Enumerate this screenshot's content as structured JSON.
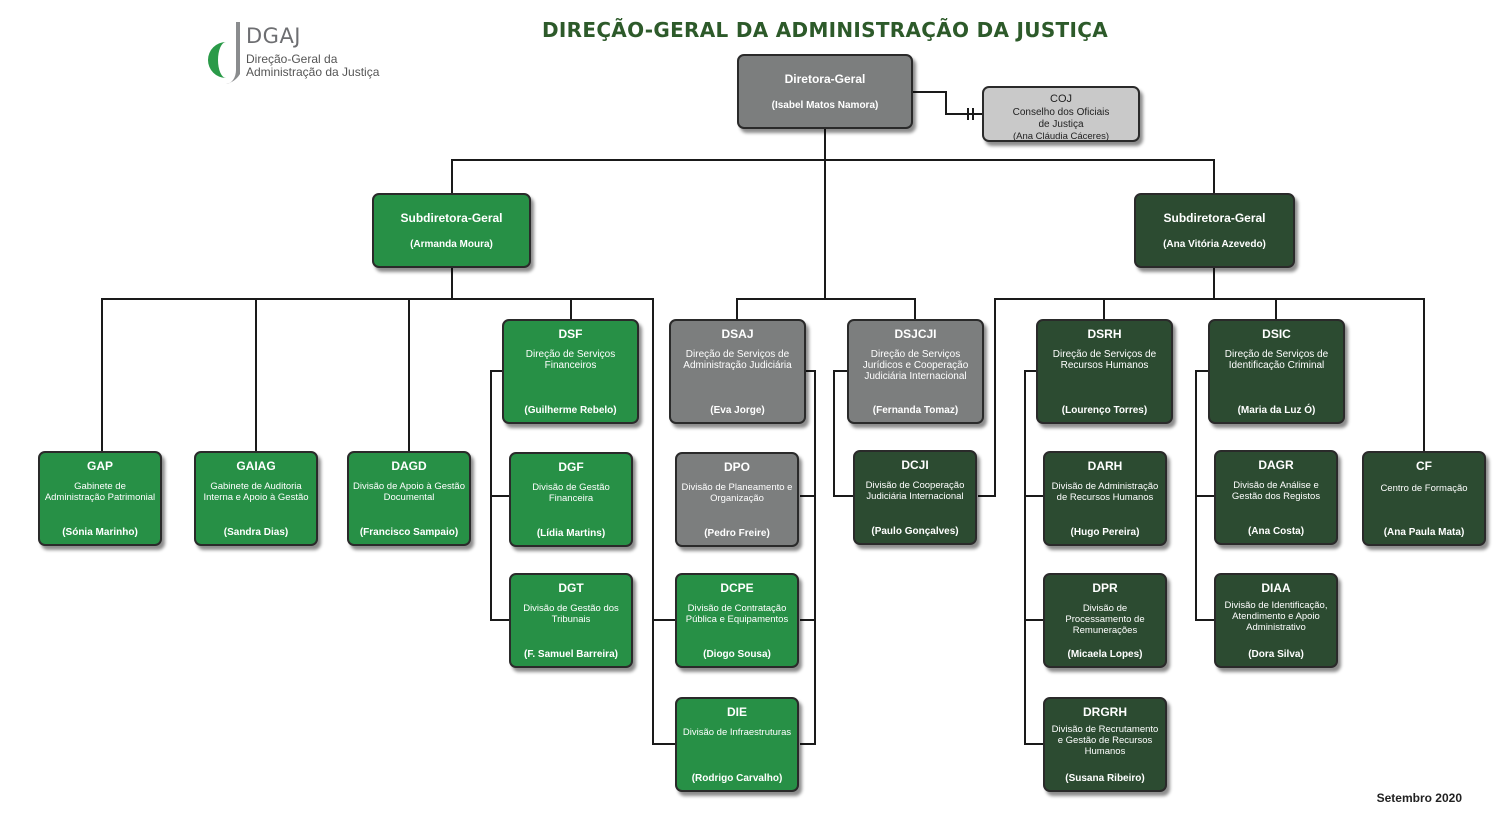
{
  "title": "DIREÇÃO-GERAL DA ADMINISTRAÇÃO DA JUSTIÇA",
  "logo": {
    "name": "DGAJ",
    "subtitle_line1": "Direção-Geral da",
    "subtitle_line2": "Administração da Justiça"
  },
  "footer": "Setembro 2020",
  "colors": {
    "green": "#279046",
    "dark_green": "#2c4b31",
    "gray": "#7c7e7e",
    "light_gray": "#c9c9c9",
    "title": "#2d5a2a"
  },
  "units": {
    "dg": {
      "abbr": "Diretora-Geral",
      "person": "(Isabel Matos Namora)"
    },
    "coj": {
      "abbr": "COJ",
      "desc_line1": "Conselho dos Oficiais",
      "desc_line2": "de Justiça",
      "person": "(Ana Cláudia Cáceres)"
    },
    "sdg1": {
      "abbr": "Subdiretora-Geral",
      "person": "(Armanda Moura)"
    },
    "sdg2": {
      "abbr": "Subdiretora-Geral",
      "person": "(Ana Vitória Azevedo)"
    },
    "gap": {
      "abbr": "GAP",
      "desc": "Gabinete de Administração Patrimonial",
      "person": "(Sónia Marinho)"
    },
    "gaiag": {
      "abbr": "GAIAG",
      "desc": "Gabinete de Auditoria Interna e Apoio à Gestão",
      "person": "(Sandra Dias)"
    },
    "dagd": {
      "abbr": "DAGD",
      "desc": "Divisão de Apoio à Gestão Documental",
      "person": "(Francisco Sampaio)"
    },
    "dsf": {
      "abbr": "DSF",
      "desc": "Direção de Serviços Financeiros",
      "person": "(Guilherme Rebelo)"
    },
    "dgf": {
      "abbr": "DGF",
      "desc": "Divisão de Gestão Financeira",
      "person": "(Lídia Martins)"
    },
    "dgt": {
      "abbr": "DGT",
      "desc": "Divisão de Gestão dos Tribunais",
      "person": "(F. Samuel Barreira)"
    },
    "dsaj": {
      "abbr": "DSAJ",
      "desc": "Direção de Serviços de Administração Judiciária",
      "person": "(Eva Jorge)"
    },
    "dpo": {
      "abbr": "DPO",
      "desc": "Divisão de Planeamento e Organização",
      "person": "(Pedro Freire)"
    },
    "dcpe": {
      "abbr": "DCPE",
      "desc": "Divisão de Contratação Pública e Equipamentos",
      "person": "(Diogo Sousa)"
    },
    "die": {
      "abbr": "DIE",
      "desc": "Divisão de Infraestruturas",
      "person": "(Rodrigo Carvalho)"
    },
    "dsjcji": {
      "abbr": "DSJCJI",
      "desc": "Direção de Serviços Jurídicos e Cooperação Judiciária Internacional",
      "person": "(Fernanda Tomaz)"
    },
    "dcji": {
      "abbr": "DCJI",
      "desc": "Divisão de Cooperação Judiciária Internacional",
      "person": "(Paulo Gonçalves)"
    },
    "dsrh": {
      "abbr": "DSRH",
      "desc": "Direção de Serviços de Recursos Humanos",
      "person": "(Lourenço Torres)"
    },
    "darh": {
      "abbr": "DARH",
      "desc": "Divisão de Administração de Recursos Humanos",
      "person": "(Hugo Pereira)"
    },
    "dpr": {
      "abbr": "DPR",
      "desc": "Divisão de Processamento de Remunerações",
      "person": "(Micaela Lopes)"
    },
    "drgrh": {
      "abbr": "DRGRH",
      "desc": "Divisão de Recrutamento e Gestão de Recursos Humanos",
      "person": "(Susana Ribeiro)"
    },
    "dsic": {
      "abbr": "DSIC",
      "desc": "Direção de Serviços de Identificação Criminal",
      "person": "(Maria da Luz Ó)"
    },
    "dagr": {
      "abbr": "DAGR",
      "desc": "Divisão de Análise e Gestão dos Registos",
      "person": "(Ana Costa)"
    },
    "diaa": {
      "abbr": "DIAA",
      "desc": "Divisão de Identificação, Atendimento e Apoio Administrativo",
      "person": "(Dora Silva)"
    },
    "cf": {
      "abbr": "CF",
      "desc": "Centro de Formação",
      "person": "(Ana Paula Mata)"
    }
  }
}
